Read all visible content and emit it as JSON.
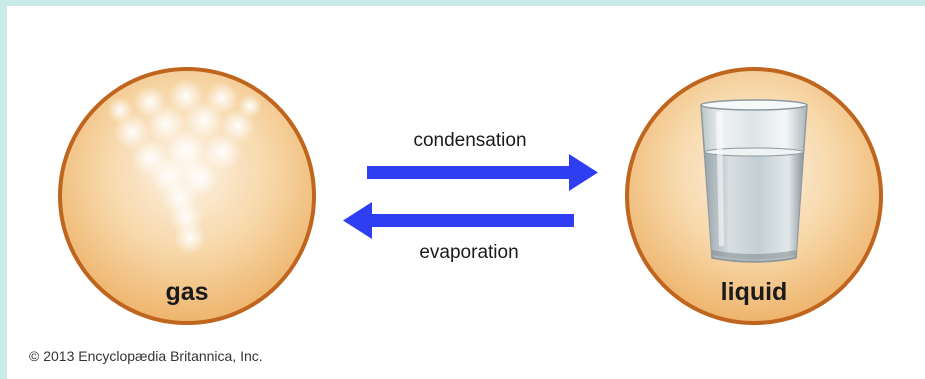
{
  "diagram": {
    "left_state": {
      "label": "gas"
    },
    "right_state": {
      "label": "liquid"
    },
    "forward_process": {
      "label": "condensation",
      "direction": "left-to-right"
    },
    "reverse_process": {
      "label": "evaporation",
      "direction": "right-to-left"
    },
    "colors": {
      "arrow": "#2f3ef3",
      "circle_border": "#c0651e",
      "circle_fill_light": "#fbeedd",
      "circle_fill_dark": "#f0bd7a"
    }
  },
  "footer": {
    "copyright": "© 2013 Encyclopædia Britannica, Inc."
  }
}
